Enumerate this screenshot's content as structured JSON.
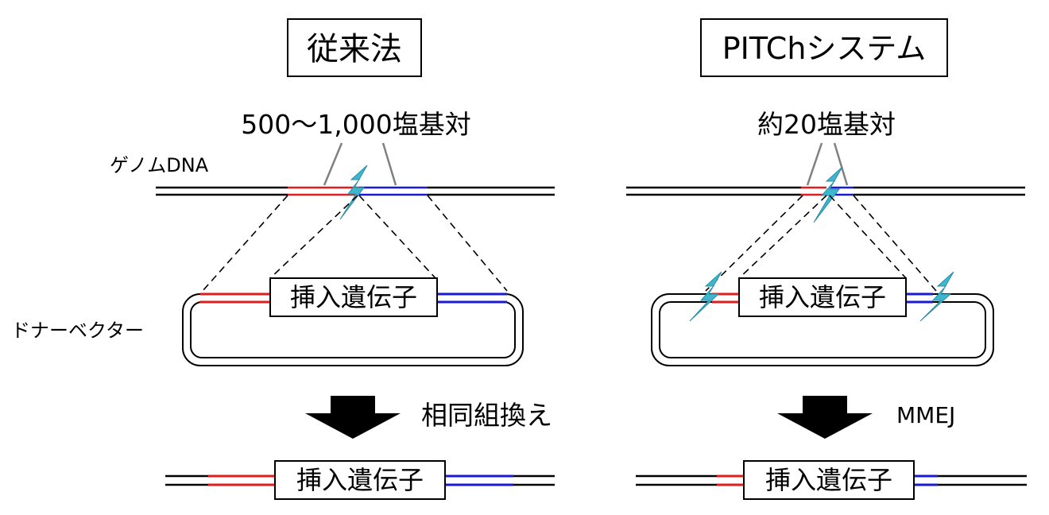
{
  "left_panel": {
    "title": "従来法",
    "homology_label": "500～1,000塩基対",
    "genome_label": "ゲノムDNA",
    "donor_label": "ドナーベクター",
    "insert_label": "挿入遺伝子",
    "method_label": "相同組換え",
    "result_insert_label": "挿入遺伝子"
  },
  "right_panel": {
    "title": "PITChシステム",
    "homology_label": "約20塩基対",
    "insert_label": "挿入遺伝子",
    "method_label": "MMEJ",
    "result_insert_label": "挿入遺伝子"
  },
  "colors": {
    "left_homology": "#e01e1e",
    "right_homology": "#1a1ad6",
    "cut_bolt": "#3fb6cf",
    "dna": "#000000",
    "leader_line": "#808080"
  }
}
